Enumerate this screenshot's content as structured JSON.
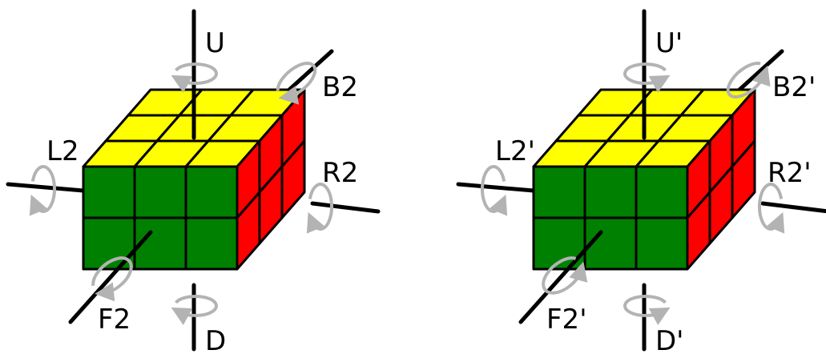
{
  "colors": {
    "top": "#ffff00",
    "front": "#008000",
    "right": "#ff0000",
    "edge": "#000000",
    "axis": "#000000",
    "arrow": "#b3b3b3",
    "background": "#ffffff"
  },
  "cubes": [
    {
      "id": "cube-a",
      "labels": {
        "U": "U",
        "D": "D",
        "L": "L2",
        "R": "R2",
        "F": "F2",
        "B": "B2"
      },
      "directions": {
        "U": "cw",
        "D": "cw",
        "L": "cw",
        "R": "cw",
        "F": "cw",
        "B": "cw"
      }
    },
    {
      "id": "cube-b",
      "labels": {
        "U": "U'",
        "D": "D'",
        "L": "L2'",
        "R": "R2'",
        "F": "F2'",
        "B": "B2'"
      },
      "directions": {
        "U": "ccw",
        "D": "ccw",
        "L": "ccw",
        "R": "ccw",
        "F": "ccw",
        "B": "ccw"
      }
    }
  ]
}
